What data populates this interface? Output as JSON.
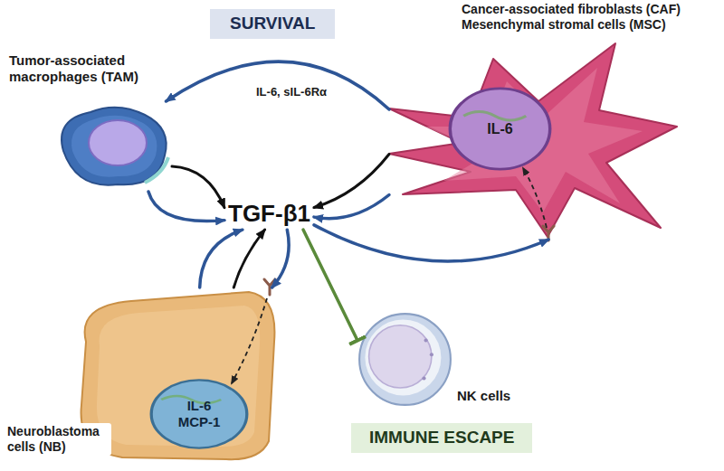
{
  "diagram": {
    "nodes": [
      {
        "text": [
          "SURVIVAL"
        ]
      },
      {
        "text": [
          "Tumor-associated macrophages (TAM)"
        ]
      },
      {
        "text": [
          "Cancer-associated fibroblasts (CAF)",
          "Mesenchymal stromal cells (MSC)"
        ]
      },
      {
        "text": [
          "IL-6"
        ],
        "in": 2
      },
      {
        "text": [
          "TGF-β1"
        ]
      },
      {
        "text": [
          "Neuroblastoma cells (NB)"
        ]
      },
      {
        "text": [
          "IL-6",
          "MCP-1"
        ],
        "in": 5
      },
      {
        "text": [
          "NK cells"
        ]
      },
      {
        "text": [
          "IMMUNE ESCAPE"
        ]
      }
    ],
    "edges": [
      {
        "from": 2,
        "to": 1,
        "label": "IL-6, sIL-6Rα",
        "arrow": "to"
      },
      {
        "from": 1,
        "to": 4,
        "arrow": "to"
      },
      {
        "from": 1,
        "to": 4,
        "arrow": "to"
      },
      {
        "from": 2,
        "to": 4,
        "arrow": "to"
      },
      {
        "from": 2,
        "to": 4,
        "arrow": "to"
      },
      {
        "from": 4,
        "to": 2,
        "arrow": "to"
      },
      {
        "from": 5,
        "to": 4,
        "arrow": "to"
      },
      {
        "from": 5,
        "to": 4,
        "arrow": "to"
      },
      {
        "from": 4,
        "to": 5,
        "arrow": "to"
      },
      {
        "from": 4,
        "to": 7,
        "arrow": "to"
      }
    ]
  }
}
